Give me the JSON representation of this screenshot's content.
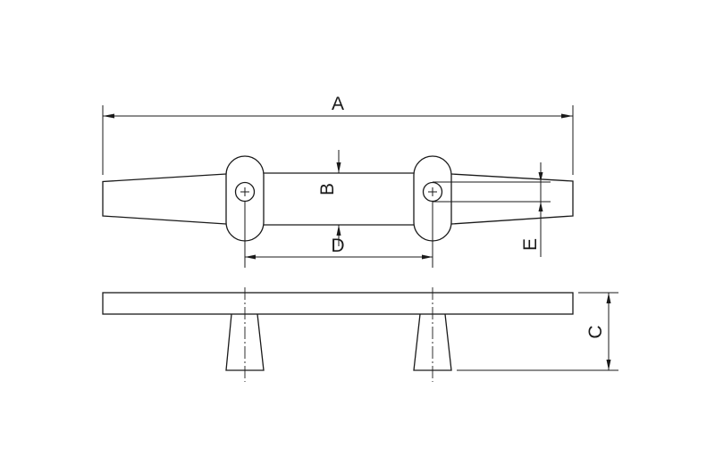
{
  "drawing": {
    "subject": "cleat",
    "dimension_labels": {
      "a": "A",
      "b": "B",
      "c": "C",
      "d": "D",
      "e": "E"
    },
    "line_color": "#1a1a1a",
    "background": "#ffffff"
  }
}
